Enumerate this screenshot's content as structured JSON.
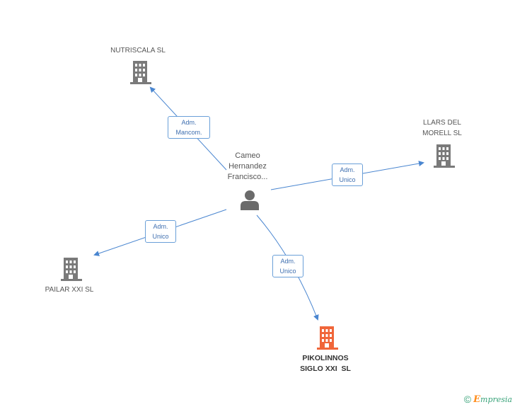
{
  "nodes": {
    "person": {
      "label_lines": [
        "Cameo",
        "Hernandez",
        "Francisco..."
      ]
    },
    "nutriscala": {
      "label_lines": [
        "NUTRISCALA SL"
      ]
    },
    "llars": {
      "label_lines": [
        "LLARS DEL",
        "MORELL SL"
      ]
    },
    "pailar": {
      "label_lines": [
        "PAILAR XXI SL"
      ]
    },
    "pikolinnos": {
      "label_lines": [
        "PIKOLINNOS",
        "SIGLO XXI  SL"
      ]
    }
  },
  "edges": {
    "nutriscala": {
      "lines": [
        "Adm.",
        "Mancom."
      ]
    },
    "llars": {
      "lines": [
        "Adm.",
        "Unico"
      ]
    },
    "pailar": {
      "lines": [
        "Adm.",
        "Unico"
      ]
    },
    "pikolinnos": {
      "lines": [
        "Adm.",
        "Unico"
      ]
    }
  },
  "colors": {
    "company": "#7a7a7a",
    "company_main": "#f0663a",
    "person": "#6b6b6b",
    "edge": "#4a86d0"
  },
  "icons": {
    "company": "building-icon",
    "person": "person-icon",
    "footer": "copyright-icon"
  },
  "footer": {
    "copyright": "©",
    "brand_initial": "E",
    "brand_rest": "mpresia"
  }
}
